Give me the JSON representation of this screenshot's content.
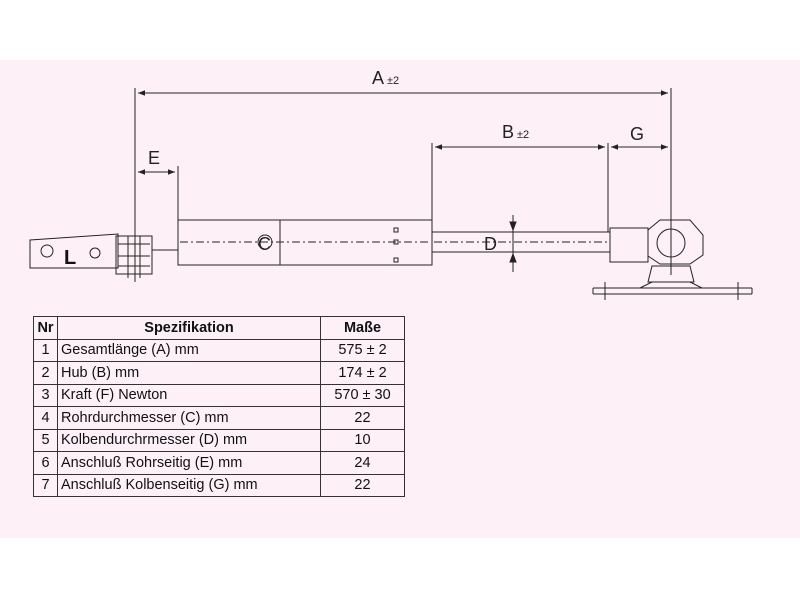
{
  "dimensions": {
    "A": "A",
    "A_tol": "±2",
    "B": "B",
    "B_tol": "±2",
    "G": "G",
    "E": "E",
    "C": "C",
    "D": "D"
  },
  "part_marker": "L",
  "table": {
    "headers": [
      "Nr",
      "Spezifikation",
      "Maße"
    ],
    "rows": [
      {
        "nr": "1",
        "spec": "Gesamtlänge (A) mm",
        "value": "575 ± 2"
      },
      {
        "nr": "2",
        "spec": "Hub (B)  mm",
        "value": "174 ± 2"
      },
      {
        "nr": "3",
        "spec": "Kraft (F) Newton",
        "value": "570 ± 30"
      },
      {
        "nr": "4",
        "spec": "Rohrdurchmesser (C) mm",
        "value": "22"
      },
      {
        "nr": "5",
        "spec": "Kolbendurchrmesser (D) mm",
        "value": "10"
      },
      {
        "nr": "6",
        "spec": "Anschluß Rohrseitig (E) mm",
        "value": "24"
      },
      {
        "nr": "7",
        "spec": "Anschluß Kolbenseitig (G) mm",
        "value": "22"
      }
    ]
  },
  "colors": {
    "background_band": "#fdf1f7",
    "line": "#222222"
  }
}
